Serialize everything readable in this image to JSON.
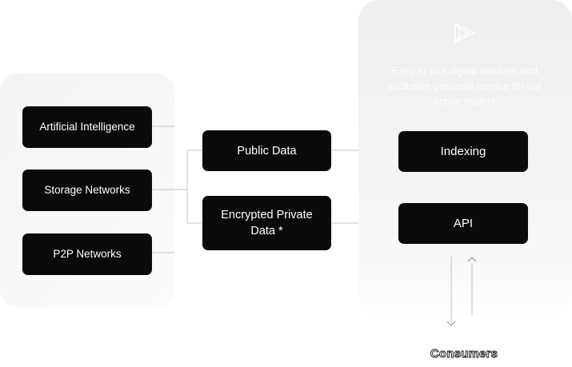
{
  "sources": {
    "items": [
      {
        "label": "Artificial Intelligence"
      },
      {
        "label": "Storage Networks"
      },
      {
        "label": "P2P Networks"
      }
    ]
  },
  "data_layers": {
    "public": "Public Data",
    "private": "Encrypted Private Data *"
  },
  "services": {
    "tagline": "Easy to use digital services and exclusive personal service for our active traders",
    "indexing": "Indexing",
    "api": "API"
  },
  "consumers": "Consumers",
  "icons": {
    "logo": "brand-triangle-logo-icon",
    "up": "chevron-up-icon",
    "down": "chevron-down-icon"
  },
  "colors": {
    "box": "#0a0a0a",
    "box_text": "#ffffff",
    "panel": "#f3f3f3",
    "line": "#c4c4c4"
  }
}
